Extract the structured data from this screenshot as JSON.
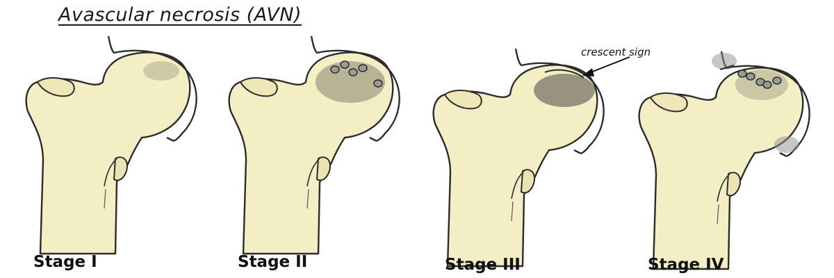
{
  "title": "Avascular necrosis (AVN)",
  "annotation": "crescent sign",
  "stages": [
    {
      "label": "Stage I"
    },
    {
      "label": "Stage II"
    },
    {
      "label": "Stage III"
    },
    {
      "label": "Stage IV"
    }
  ],
  "colors": {
    "bone_fill": "#f4eec5",
    "outline": "#2b2b2b",
    "necrosis_shade": "#6e6a5e",
    "fragment_fill": "#9a9a94",
    "blur_shadow": "#8f8f8f"
  }
}
